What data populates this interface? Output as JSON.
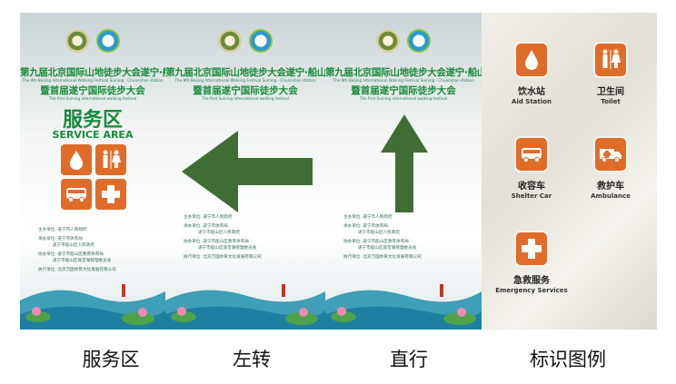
{
  "header": {
    "event_title": "第九届北京国际山地徒步大会遂宁·船山站",
    "event_title_en": "The 9th Beijing International Walking Festival Suining · Chuanshan station",
    "sub_title": "暨首届遂宁国际徒步大会",
    "sub_title_en": "The first Suining international walking festival"
  },
  "panel1": {
    "title_cn": "服务区",
    "title_en": "SERVICE AREA"
  },
  "organizers": [
    "主办单位: 遂宁市人民政府",
    "承办单位: 遂宁市体育局",
    "遂宁市船山区人民政府",
    "协办单位: 遂宁市船山区教育体育局",
    "遂宁市船山区观音湖管理委员会",
    "执行单位: 北京万国体育文化发展有限公司"
  ],
  "legend": [
    {
      "cn": "饮水站",
      "en": "Aid Station",
      "icon": "water-drop-icon"
    },
    {
      "cn": "卫生间",
      "en": "Toilet",
      "icon": "toilet-icon"
    },
    {
      "cn": "收容车",
      "en": "Shelter Car",
      "icon": "bus-icon"
    },
    {
      "cn": "救护车",
      "en": "Ambulance",
      "icon": "ambulance-icon"
    },
    {
      "cn": "急救服务",
      "en": "Emergency Services",
      "icon": "first-aid-cross-icon"
    }
  ],
  "captions": [
    "服务区",
    "左转",
    "直行",
    "标识图例"
  ],
  "colors": {
    "brand_green": "#1a8a3e",
    "arrow_green": "#3f6e35",
    "icon_orange": "#e06c2a"
  }
}
